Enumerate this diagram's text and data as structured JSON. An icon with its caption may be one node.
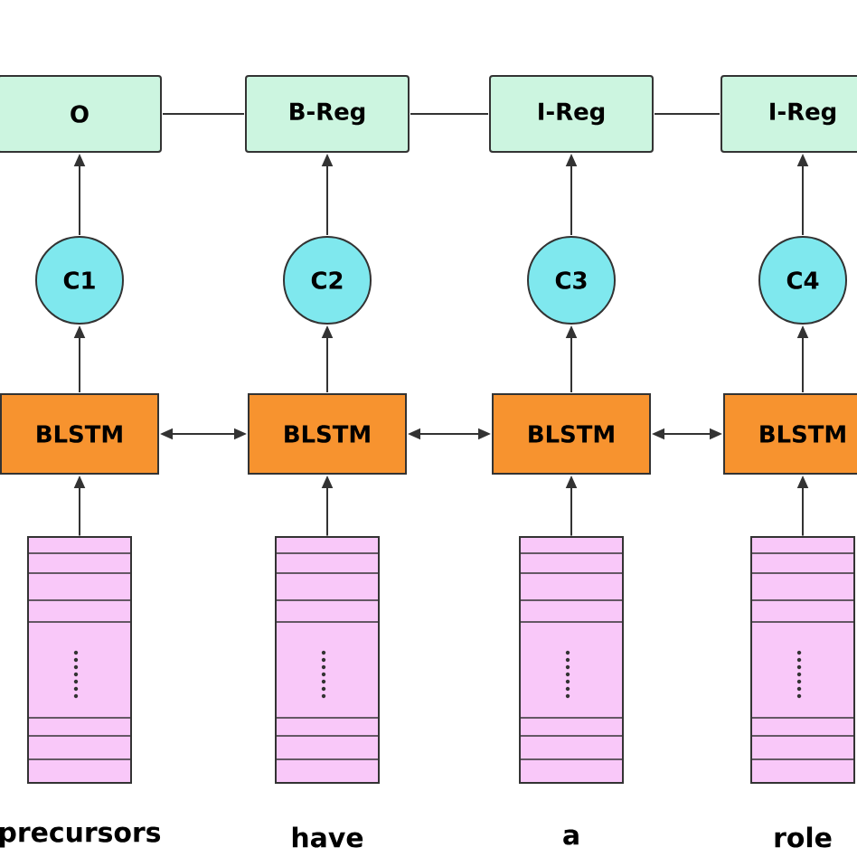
{
  "diagram": {
    "nodes": [
      {
        "text": [
          "O"
        ]
      },
      {
        "text": [
          "B-Reg"
        ]
      },
      {
        "text": [
          "I-Reg"
        ]
      },
      {
        "text": [
          "I-Reg"
        ]
      },
      {
        "text": [
          "C1"
        ]
      },
      {
        "text": [
          "C2"
        ]
      },
      {
        "text": [
          "C3"
        ]
      },
      {
        "text": [
          "C4"
        ]
      },
      {
        "text": [
          "BLSTM"
        ]
      },
      {
        "text": [
          "BLSTM"
        ]
      },
      {
        "text": [
          "BLSTM"
        ]
      },
      {
        "text": [
          "BLSTM"
        ]
      },
      {
        "text": [],
        "shape": "bar",
        "beside": [
          "precursors"
        ]
      },
      {
        "text": [],
        "shape": "bar",
        "beside": [
          "have"
        ]
      },
      {
        "text": [],
        "shape": "bar",
        "beside": [
          "a"
        ]
      },
      {
        "text": [],
        "shape": "bar",
        "beside": [
          "role"
        ]
      }
    ],
    "edges": [
      {
        "from": 0,
        "to": 1,
        "arrow": "none"
      },
      {
        "from": 1,
        "to": 2,
        "arrow": "none"
      },
      {
        "from": 2,
        "to": 3,
        "arrow": "none"
      },
      {
        "from": 4,
        "to": 0,
        "arrow": "to"
      },
      {
        "from": 5,
        "to": 1,
        "arrow": "to"
      },
      {
        "from": 6,
        "to": 2,
        "arrow": "to"
      },
      {
        "from": 7,
        "to": 3,
        "arrow": "to"
      },
      {
        "from": 8,
        "to": 4,
        "arrow": "to"
      },
      {
        "from": 9,
        "to": 5,
        "arrow": "to"
      },
      {
        "from": 10,
        "to": 6,
        "arrow": "to"
      },
      {
        "from": 11,
        "to": 7,
        "arrow": "to"
      },
      {
        "from": 8,
        "to": 9,
        "arrow": "both"
      },
      {
        "from": 9,
        "to": 10,
        "arrow": "both"
      },
      {
        "from": 10,
        "to": 11,
        "arrow": "both"
      },
      {
        "from": 12,
        "to": 8,
        "arrow": "to"
      },
      {
        "from": 13,
        "to": 9,
        "arrow": "to"
      },
      {
        "from": 14,
        "to": 10,
        "arrow": "to"
      },
      {
        "from": 15,
        "to": 11,
        "arrow": "to"
      }
    ]
  }
}
